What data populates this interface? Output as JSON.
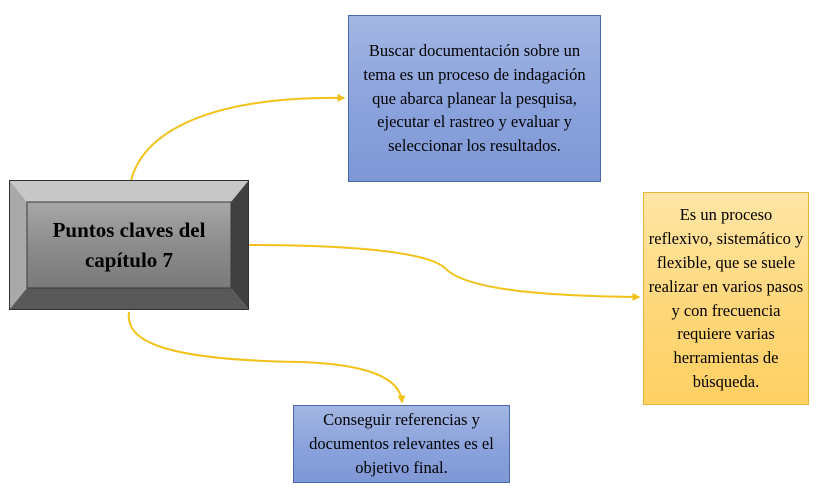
{
  "center": {
    "label": "Puntos claves del capítulo 7"
  },
  "nodes": {
    "top": {
      "text": "Buscar documentación sobre un tema es un proceso de indagación  que abarca planear la pesquisa, ejecutar  el rastreo y evaluar  y seleccionar los resultados."
    },
    "right": {
      "text": "Es un proceso reflexivo, sistemático  y flexible,  que se suele realizar  en varios pasos y con frecuencia requiere varias herramientas de búsqueda."
    },
    "bottom": {
      "text": "Conseguir referencias  y documentos relevantes  es el objetivo final."
    }
  },
  "colors": {
    "connector": "#f2c21b",
    "blue_fill": "#8ea5dc",
    "blue_border": "#4a68ad",
    "yellow_fill": "#ffd77a",
    "yellow_border": "#e7b53c",
    "bevel_face": "#8c8c8c"
  }
}
